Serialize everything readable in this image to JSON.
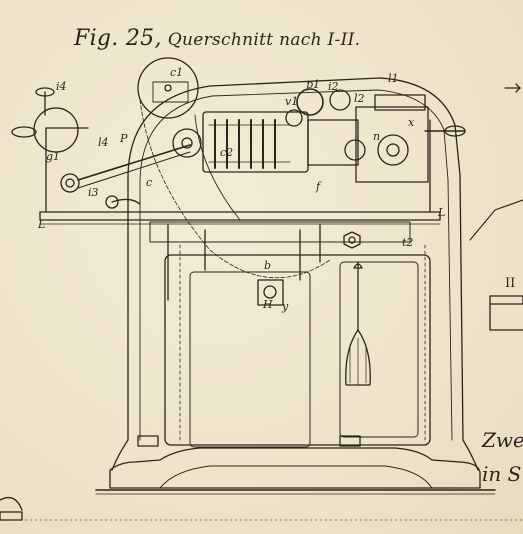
{
  "figure": {
    "caption_number": "Fig. 25,",
    "caption_text": "Querschnitt nach I-II."
  },
  "right_margin_text": {
    "line1": "Zwe",
    "line2": "in S"
  },
  "labels": {
    "L_left": "L",
    "L_right": "L",
    "II_right": "II",
    "c1": "c1",
    "i4": "i4",
    "g1": "g1",
    "l4_left": "l4",
    "P": "P",
    "i3": "i3",
    "c": "c",
    "p1": "p1",
    "i2": "i2",
    "l1": "l1",
    "v1": "v1",
    "l2": "l2",
    "x": "x",
    "n": "n",
    "f": "f",
    "t2": "t2",
    "b": "b",
    "y": "y",
    "H": "H",
    "c2": "c2"
  }
}
